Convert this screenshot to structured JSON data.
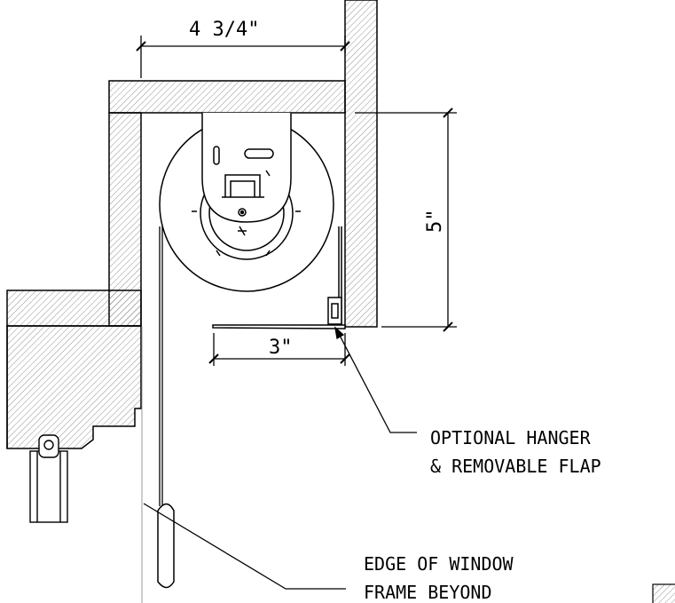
{
  "dimensions": {
    "top_width": "4  3/4\"",
    "height": "5\"",
    "flap_width": "3\""
  },
  "callouts": {
    "hanger_line1": "OPTIONAL  HANGER",
    "hanger_line2": "&  REMOVABLE  FLAP",
    "window_line1": "EDGE  OF  WINDOW",
    "window_line2": "FRAME  BEYOND"
  },
  "colors": {
    "line": "#000000",
    "hatch": "#555555",
    "background": "#ffffff"
  }
}
